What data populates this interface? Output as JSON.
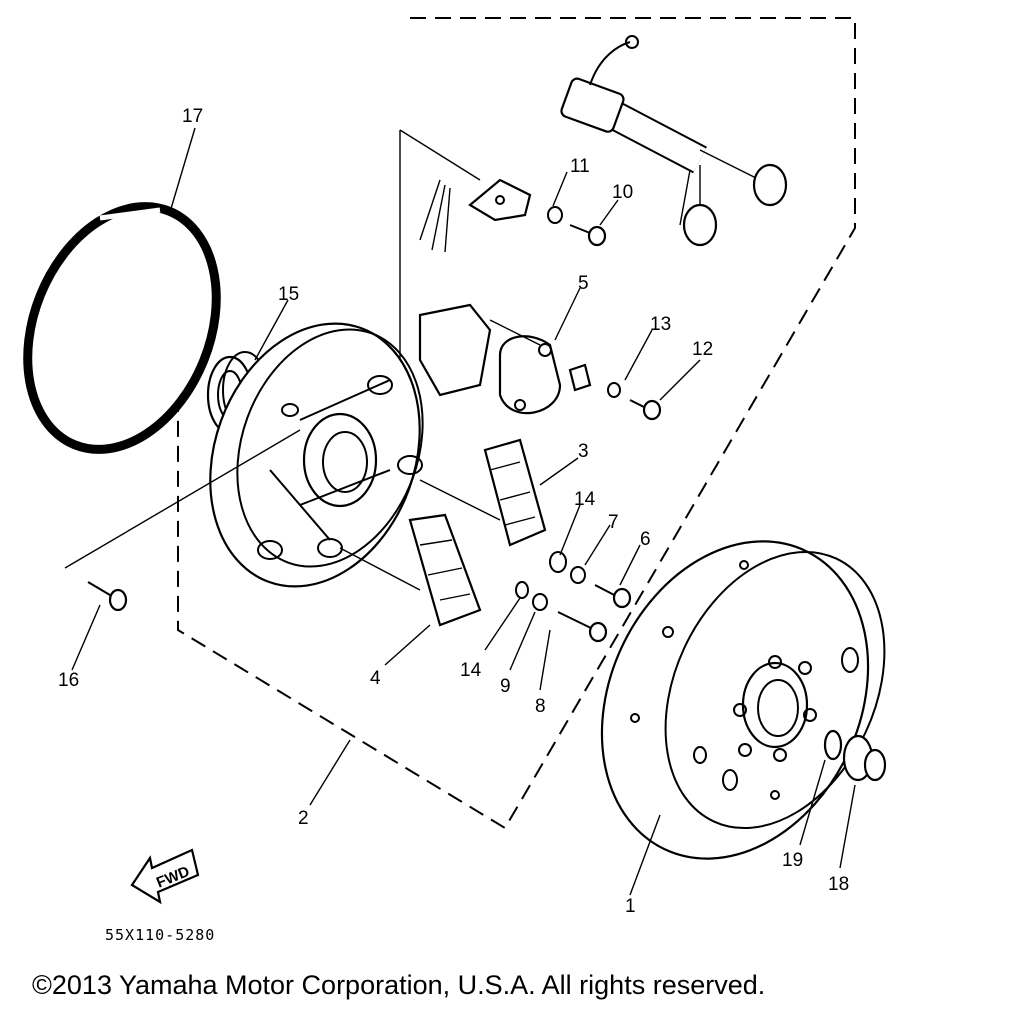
{
  "diagram": {
    "callouts": [
      {
        "id": "c1",
        "text": "1"
      },
      {
        "id": "c2",
        "text": "2"
      },
      {
        "id": "c3",
        "text": "3"
      },
      {
        "id": "c4",
        "text": "4"
      },
      {
        "id": "c5",
        "text": "5"
      },
      {
        "id": "c6",
        "text": "6"
      },
      {
        "id": "c7",
        "text": "7"
      },
      {
        "id": "c8",
        "text": "8"
      },
      {
        "id": "c9",
        "text": "9"
      },
      {
        "id": "c10",
        "text": "10"
      },
      {
        "id": "c11",
        "text": "11"
      },
      {
        "id": "c12",
        "text": "12"
      },
      {
        "id": "c13",
        "text": "13"
      },
      {
        "id": "c14a",
        "text": "14"
      },
      {
        "id": "c14b",
        "text": "14"
      },
      {
        "id": "c15",
        "text": "15"
      },
      {
        "id": "c16",
        "text": "16"
      },
      {
        "id": "c17",
        "text": "17"
      },
      {
        "id": "c18",
        "text": "18"
      },
      {
        "id": "c19",
        "text": "19"
      }
    ],
    "fwd_label": "FWD",
    "diagram_code": "55X110-5280"
  },
  "footer": {
    "copyright": "©2013 Yamaha Motor Corporation, U.S.A. All rights reserved."
  },
  "colors": {
    "ink": "#000000",
    "paper": "#ffffff"
  }
}
